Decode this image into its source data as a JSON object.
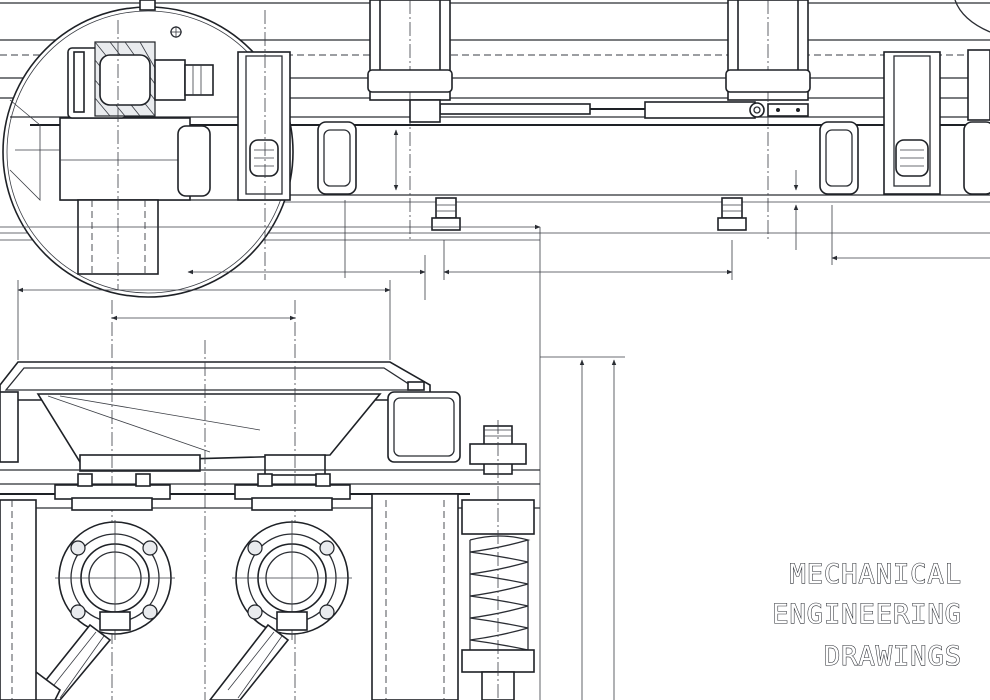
{
  "title_block": {
    "line1": "MECHANICAL",
    "line2": "ENGINEERING",
    "line3": "DRAWINGS"
  },
  "colors": {
    "background": "#ffffff",
    "line": "#2a2d33"
  },
  "icons": {
    "detail_view": "magnified-detail-circle",
    "spring": "coil-spring",
    "flange": "bolted-flange"
  }
}
